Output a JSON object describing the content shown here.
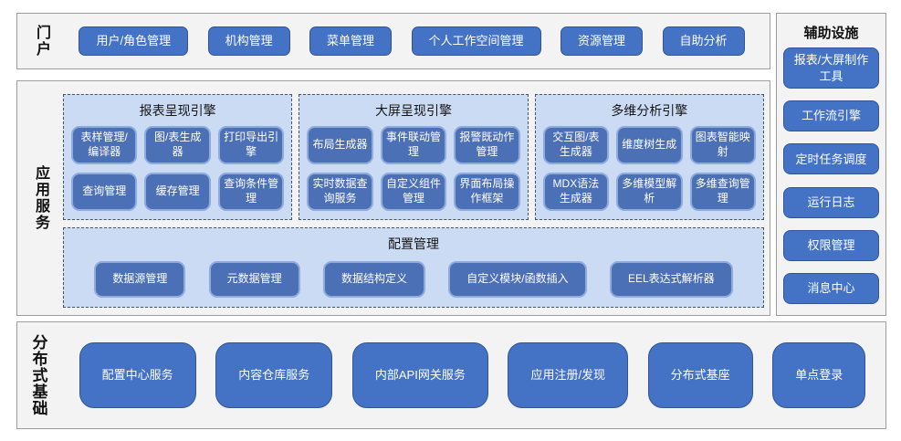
{
  "colors": {
    "node_fill": "#4472c4",
    "node_border": "#2f5597",
    "inner_node_fill": "#4c70b6",
    "inner_node_border": "#8faadc",
    "panel_fill": "#cbdbf3",
    "panel_dash_border": "#44546a",
    "section_fill": "#f3f3f3",
    "section_border": "#9e9e9e",
    "node_text": "#ffffff"
  },
  "portal": {
    "label": "门户",
    "buttons": [
      "用户/角色管理",
      "机构管理",
      "菜单管理",
      "个人工作空间管理",
      "资源管理",
      "自助分析"
    ]
  },
  "app_services": {
    "label": "应用服务",
    "engines": [
      {
        "title": "报表呈现引擎",
        "buttons": [
          "表样管理/编译器",
          "图/表生成器",
          "打印导出引擎",
          "查询管理",
          "缓存管理",
          "查询条件管理"
        ]
      },
      {
        "title": "大屏呈现引擎",
        "buttons": [
          "布局生成器",
          "事件联动管理",
          "报警既动作管理",
          "实时数据查询服务",
          "自定义组件管理",
          "界面布局操作框架"
        ]
      },
      {
        "title": "多维分析引擎",
        "buttons": [
          "交互图/表生成器",
          "维度树生成",
          "图表智能映射",
          "MDX语法生成器",
          "多维模型解析",
          "多维查询管理"
        ]
      }
    ],
    "config": {
      "title": "配置管理",
      "buttons": [
        "数据源管理",
        "元数据管理",
        "数据结构定义",
        "自定义模块/函数插入",
        "EEL表达式解析器"
      ]
    }
  },
  "auxiliary": {
    "title": "辅助设施",
    "buttons": [
      "报表/大屏制作工具",
      "工作流引擎",
      "定时任务调度",
      "运行日志",
      "权限管理",
      "消息中心"
    ]
  },
  "distributed": {
    "label": "分布式基础",
    "buttons": [
      "配置中心服务",
      "内容仓库服务",
      "内部API网关服务",
      "应用注册/发现",
      "分布式基座",
      "单点登录"
    ]
  }
}
